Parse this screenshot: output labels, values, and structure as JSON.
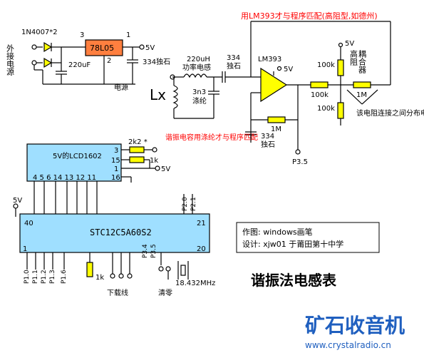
{
  "labels": {
    "diode": "1N4007*2",
    "pin3": "3",
    "pin1": "1",
    "pin2": "2",
    "regulator": "78L05",
    "vout": "5V",
    "ext_supply": "外接电源",
    "cap_220uF": "220uF",
    "cap_334_tant": "334独石",
    "power_label": "电源",
    "inductor_val": "220uH",
    "inductor_name": "功率电感",
    "lx": "Lx",
    "c3n3": "3n3",
    "c3n3_type": "涤纶",
    "c334_top": "334",
    "c334_top_type": "独石",
    "lm393": "LM393",
    "lm393_5v": "5V",
    "top_note": "用LM393才与程序匹配(高阻型,如德州)",
    "res_100k_top": "100k",
    "res_100k_bottom": "100k",
    "res_100k_mid": "100k",
    "res_1M_fb": "1M",
    "res_1M_couple": "1M",
    "plus_5v": "5V",
    "coupler_title": "高阻",
    "coupler_sub": "耦合器",
    "note_dist": "该电阻连接之间分布电容要小一些",
    "cap_334_bottom": "334",
    "cap_334_bottom_type": "独石",
    "p35": "P3.5",
    "resonance_note": "谐振电容用涤纶才与程序匹配",
    "lcd_name": "5V的LCD1602",
    "lcd_pin3": "3",
    "lcd_pin15": "15",
    "lcd_pin1": "1",
    "lcd_pin16": "16",
    "lcd_pins_bottom": "4 5 6 14 13 12 11",
    "res_2k2": "2k2 *",
    "res_1k_lcd": "1k",
    "lcd_5v": "5V",
    "mcu_5v": "5V",
    "mcu_pin40": "40",
    "mcu_pin21": "21",
    "mcu_pin1": "1",
    "mcu_pin20": "20",
    "mcu_name": "STC12C5A60S2",
    "p20": "P2.0",
    "p21": "P2.1",
    "p34": "P3.4",
    "p35_mcu": "P3.5",
    "p10": "P1.0",
    "p11": "P1.1",
    "p12": "P1.2",
    "p13": "P1.3",
    "p16": "P1.6",
    "res_1k_mcu": "1k",
    "download": "下载线",
    "reset_key": "清零",
    "crystal": "18.432MHz",
    "author_line1": "作图: windows画笔",
    "author_line2": "设计: xjw01  于莆田第十中学",
    "title": "谐振法电感表",
    "logo_cn": "矿石收音机",
    "logo_url": "www.crystalradio.cn"
  },
  "colors": {
    "wire": "#000000",
    "part_fill": "#ffff00",
    "regulator_fill": "#ff7f3f",
    "panel_fill": "#9fdfff",
    "note_red": "#ff0000",
    "logo_blue": "#1f5fbf"
  }
}
